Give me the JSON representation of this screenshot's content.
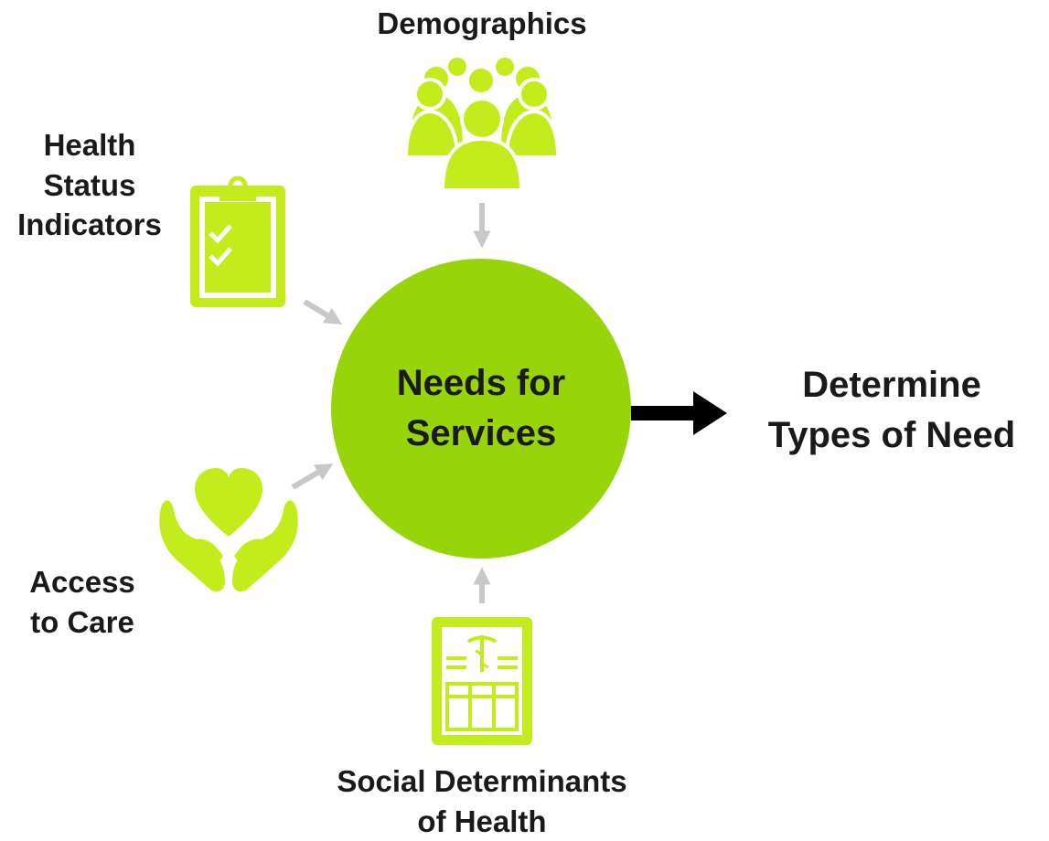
{
  "center": {
    "line1": "Needs for",
    "line2": "Services"
  },
  "output": {
    "line1": "Determine",
    "line2": "Types of Need"
  },
  "inputs": {
    "demographics": {
      "line1": "Demographics"
    },
    "health_status": {
      "line1": "Health",
      "line2": "Status",
      "line3": "Indicators"
    },
    "access": {
      "line1": "Access",
      "line2": "to Care"
    },
    "social": {
      "line1": "Social Determinants",
      "line2": "of Health"
    }
  },
  "colors": {
    "icon": "#c3ec1c",
    "circle": "#97d40a",
    "arrow_gray": "#c8c8c8",
    "arrow_black": "#000000"
  },
  "icons": [
    "people-group-icon",
    "clipboard-check-icon",
    "heart-hands-icon",
    "medical-document-icon"
  ]
}
